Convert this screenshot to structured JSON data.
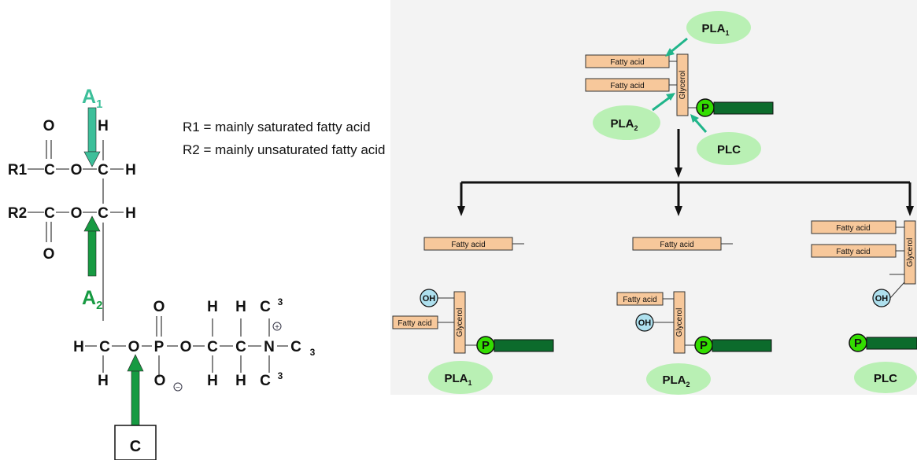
{
  "structure": {
    "labels": {
      "A1_main": "A",
      "A1_sub": "1",
      "A2_main": "A",
      "A2_sub": "2",
      "C": "C"
    },
    "atoms": {
      "O_top": "O",
      "H_top": "H",
      "R1": "R1",
      "C_r1": "C",
      "O_r1": "O",
      "C_g1": "C",
      "H_g1": "H",
      "R2": "R2",
      "C_r2": "C",
      "O_r2": "O",
      "C_g2": "C",
      "H_g2": "H",
      "O_bottom": "O",
      "O_p_top": "O",
      "H_c1_top": "H",
      "H_c2_top": "H",
      "C_n_top": "C",
      "sub3_a": "3",
      "H_left": "H",
      "C_g3": "C",
      "O_ester": "O",
      "P": "P",
      "O_link": "O",
      "C_c1": "C",
      "C_c2": "C",
      "N": "N",
      "C_n_right": "C",
      "sub3_b": "3",
      "H_bot1": "H",
      "O_minus": "O",
      "H_bot2": "H",
      "H_bot3": "H",
      "C_n_bottom": "C",
      "sub3_c": "3",
      "plus": "+",
      "minus": "−"
    },
    "notes": [
      "R1 = mainly saturated fatty acid",
      "R2 = mainly unsaturated fatty acid"
    ]
  },
  "colors": {
    "arrow_A1": "#3dbf9a",
    "arrow_A2": "#179a42",
    "arrow_C": "#179a42",
    "enzyme_ellipse": "#b9f0b4",
    "phosphate": "#33dd00",
    "headgroup_bar": "#0c6b2c",
    "fatty_acid_box": "#f7c89b",
    "hydroxyl": "#aee0ee",
    "panel_bg": "#f3f3f3"
  },
  "diagram": {
    "top": {
      "fatty_acid_1": "Fatty acid",
      "fatty_acid_2": "Fatty acid",
      "glycerol": "Glycerol",
      "phosphate": "P",
      "enzymes": {
        "pla1": "PLA",
        "pla1_sub": "1",
        "pla2": "PLA",
        "pla2_sub": "2",
        "plc": "PLC"
      }
    },
    "pla1_product": {
      "free_fatty_acid": "Fatty acid",
      "hydroxyl": "OH",
      "fatty_acid": "Fatty acid",
      "glycerol": "Glycerol",
      "phosphate": "P",
      "label": "PLA",
      "label_sub": "1"
    },
    "pla2_product": {
      "free_fatty_acid": "Fatty acid",
      "fatty_acid": "Fatty acid",
      "hydroxyl": "OH",
      "glycerol": "Glycerol",
      "phosphate": "P",
      "label": "PLA",
      "label_sub": "2"
    },
    "plc_product": {
      "fatty_acid_1": "Fatty acid",
      "fatty_acid_2": "Fatty acid",
      "glycerol": "Glycerol",
      "hydroxyl": "OH",
      "phosphate": "P",
      "label": "PLC"
    }
  }
}
